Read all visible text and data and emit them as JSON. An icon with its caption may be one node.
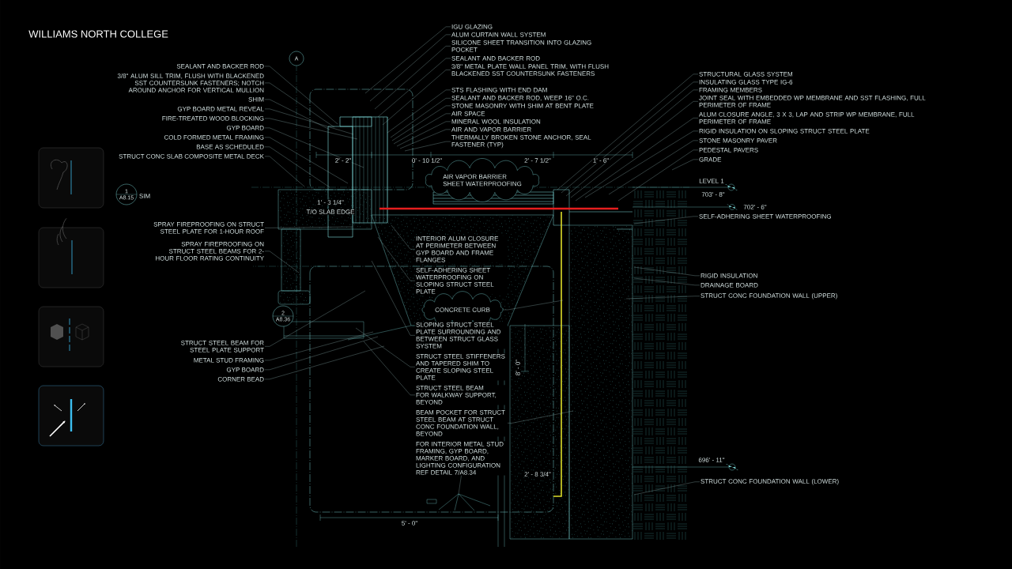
{
  "diagram": {
    "title": "WILLIAMS NORTH COLLEGE",
    "nodes": [
      {
        "text": [
          "SEALANT AND BACKER ROD"
        ]
      },
      {
        "text": [
          "3/8\" ALUM SILL TRIM, FLUSH WITH BLACKENED SST COUNTERSUNK FASTENERS; NOTCH AROUND ANCHOR FOR VERTICAL MULLION"
        ]
      },
      {
        "text": [
          "SHIM"
        ]
      },
      {
        "text": [
          "GYP BOARD METAL REVEAL"
        ]
      },
      {
        "text": [
          "FIRE-TREATED WOOD BLOCKING"
        ]
      },
      {
        "text": [
          "GYP BOARD"
        ]
      },
      {
        "text": [
          "COLD FORMED METAL FRAMING"
        ]
      },
      {
        "text": [
          "BASE AS SCHEDULED"
        ]
      },
      {
        "text": [
          "STRUCT CONC SLAB COMPOSITE METAL DECK"
        ]
      },
      {
        "text": [
          "SPRAY FIREPROOFING ON STRUCT STEEL PLATE FOR 1-HOUR ROOF"
        ]
      },
      {
        "text": [
          "SPRAY FIREPROOFING ON STRUCT STEEL BEAMS FOR 2-HOUR FLOOR RATING CONTINUITY"
        ]
      },
      {
        "text": [
          "STRUCT STEEL BEAM FOR STEEL PLATE SUPPORT"
        ]
      },
      {
        "text": [
          "METAL STUD FRAMING"
        ]
      },
      {
        "text": [
          "GYP BOARD"
        ]
      },
      {
        "text": [
          "CORNER BEAD"
        ]
      },
      {
        "text": [
          "IGU GLAZING"
        ]
      },
      {
        "text": [
          "ALUM CURTAIN WALL SYSTEM"
        ]
      },
      {
        "text": [
          "SILICONE SHEET TRANSITION INTO GLAZING POCKET"
        ]
      },
      {
        "text": [
          "SEALANT AND BACKER ROD"
        ]
      },
      {
        "text": [
          "3/8\" METAL PLATE WALL PANEL TRIM, WITH FLUSH BLACKENED SST COUNTERSUNK FASTENERS"
        ]
      },
      {
        "text": [
          "STS FLASHING WITH END DAM"
        ]
      },
      {
        "text": [
          "SEALANT AND BACKER ROD, WEEP 16\" O.C."
        ]
      },
      {
        "text": [
          "STONE MASONRY WITH SHIM AT BENT PLATE"
        ]
      },
      {
        "text": [
          "AIR SPACE"
        ]
      },
      {
        "text": [
          "MINERAL WOOL INSULATION"
        ]
      },
      {
        "text": [
          "AIR AND VAPOR BARRIER"
        ]
      },
      {
        "text": [
          "THERMALLY BROKEN STONE ANCHOR, SEAL FASTENER (TYP)"
        ]
      },
      {
        "text": [
          "AIR VAPOR BARRIER",
          "SHEET WATERPROOFING"
        ]
      },
      {
        "text": [
          "STRUCTURAL GLASS SYSTEM"
        ]
      },
      {
        "text": [
          "INSULATING GLASS TYPE IG-6"
        ]
      },
      {
        "text": [
          "FRAMING MEMBERS"
        ]
      },
      {
        "text": [
          "JOINT SEAL WITH EMBEDDED WP MEMBRANE AND SST FLASHING, FULL PERIMETER OF FRAME"
        ]
      },
      {
        "text": [
          "ALUM CLOSURE ANGLE, 3 X 3, LAP AND STRIP WP MEMBRANE, FULL PERIMETER OF FRAME"
        ]
      },
      {
        "text": [
          "RIGID INSULATION ON SLOPING STRUCT STEEL PLATE"
        ]
      },
      {
        "text": [
          "STONE MASONRY PAVER"
        ]
      },
      {
        "text": [
          "PEDESTAL PAVERS"
        ]
      },
      {
        "text": [
          "GRADE"
        ]
      },
      {
        "text": [
          "SELF-ADHERING SHEET WATERPROOFING"
        ]
      },
      {
        "text": [
          "RIGID INSULATION"
        ]
      },
      {
        "text": [
          "DRAINAGE BOARD"
        ]
      },
      {
        "text": [
          "STRUCT CONC FOUNDATION WALL (UPPER)"
        ]
      },
      {
        "text": [
          "STRUCT CONC FOUNDATION WALL (LOWER)"
        ]
      },
      {
        "text": [
          "INTERIOR ALUM CLOSURE AT PERIMETER BETWEEN GYP BOARD AND FRAME FLANGES"
        ]
      },
      {
        "text": [
          "SELF-ADHERING SHEET WATERPROOFING ON SLOPING STRUCT STEEL PLATE"
        ]
      },
      {
        "text": [
          "CONCRETE CURB"
        ]
      },
      {
        "text": [
          "SLOPING STRUCT STEEL PLATE SURROUNDING AND BETWEEN STRUCT GLASS SYSTEM"
        ]
      },
      {
        "text": [
          "STRUCT STEEL STIFFENERS AND TAPERED SHIM TO CREATE SLOPING STEEL PLATE"
        ]
      },
      {
        "text": [
          "STRUCT STEEL BEAM FOR WALKWAY SUPPORT, BEYOND"
        ]
      },
      {
        "text": [
          "BEAM POCKET FOR STRUCT STEEL BEAM AT STRUCT CONC FOUNDATION WALL, BEYOND"
        ]
      },
      {
        "text": [
          "FOR INTERIOR METAL STUD FRAMING, GYP BOARD, MARKER BOARD, AND LIGHTING CONFIGURATION REF DETAIL 7/A8.34"
        ]
      },
      {
        "text": [
          "A"
        ]
      },
      {
        "text": [
          "1",
          "A8.15"
        ],
        "beside": [
          "SIM"
        ]
      },
      {
        "text": [
          "2",
          "A8.36"
        ]
      }
    ],
    "edges": [
      {
        "from": 0,
        "to": null,
        "arrow": "none"
      },
      {
        "from": 1,
        "to": null,
        "arrow": "none"
      },
      {
        "from": 2,
        "to": null,
        "arrow": "none"
      },
      {
        "from": 3,
        "to": null,
        "arrow": "none"
      },
      {
        "from": 4,
        "to": null,
        "arrow": "none"
      },
      {
        "from": 5,
        "to": null,
        "arrow": "none"
      },
      {
        "from": 6,
        "to": null,
        "arrow": "none"
      },
      {
        "from": 7,
        "to": null,
        "arrow": "none"
      },
      {
        "from": 8,
        "to": null,
        "arrow": "none"
      },
      {
        "from": 9,
        "to": null,
        "arrow": "none"
      },
      {
        "from": 10,
        "to": null,
        "arrow": "none"
      },
      {
        "from": 11,
        "to": null,
        "arrow": "none"
      },
      {
        "from": 12,
        "to": null,
        "arrow": "none"
      },
      {
        "from": 13,
        "to": null,
        "arrow": "none"
      },
      {
        "from": 14,
        "to": null,
        "arrow": "none"
      },
      {
        "from": 15,
        "to": null,
        "arrow": "none"
      },
      {
        "from": 16,
        "to": null,
        "arrow": "none"
      },
      {
        "from": 17,
        "to": null,
        "arrow": "none"
      },
      {
        "from": 18,
        "to": null,
        "arrow": "none"
      },
      {
        "from": 19,
        "to": null,
        "arrow": "none"
      },
      {
        "from": 20,
        "to": null,
        "arrow": "none"
      },
      {
        "from": 21,
        "to": null,
        "arrow": "none"
      },
      {
        "from": 22,
        "to": null,
        "arrow": "none"
      },
      {
        "from": 23,
        "to": null,
        "arrow": "none"
      },
      {
        "from": 24,
        "to": null,
        "arrow": "none"
      },
      {
        "from": 25,
        "to": null,
        "arrow": "none"
      },
      {
        "from": 26,
        "to": null,
        "arrow": "none"
      },
      {
        "from": 28,
        "to": null,
        "arrow": "none"
      },
      {
        "from": 29,
        "to": null,
        "arrow": "none"
      },
      {
        "from": 30,
        "to": null,
        "arrow": "none"
      },
      {
        "from": 31,
        "to": null,
        "arrow": "none"
      },
      {
        "from": 32,
        "to": null,
        "arrow": "none"
      },
      {
        "from": 33,
        "to": null,
        "arrow": "none"
      },
      {
        "from": 34,
        "to": null,
        "arrow": "none"
      },
      {
        "from": 35,
        "to": null,
        "arrow": "none"
      },
      {
        "from": 36,
        "to": null,
        "arrow": "none"
      },
      {
        "from": 37,
        "to": null,
        "arrow": "none"
      },
      {
        "from": 38,
        "to": null,
        "arrow": "none"
      },
      {
        "from": 39,
        "to": null,
        "arrow": "none"
      },
      {
        "from": 40,
        "to": null,
        "arrow": "none"
      },
      {
        "from": 41,
        "to": null,
        "arrow": "none"
      },
      {
        "from": 42,
        "to": null,
        "arrow": "none"
      },
      {
        "from": 43,
        "to": null,
        "arrow": "none"
      },
      {
        "from": 44,
        "to": null,
        "arrow": "none"
      },
      {
        "from": 45,
        "to": null,
        "arrow": "none"
      },
      {
        "from": 46,
        "to": null,
        "arrow": "none"
      },
      {
        "from": 47,
        "to": null,
        "arrow": "none"
      },
      {
        "from": 48,
        "to": null,
        "arrow": "none"
      },
      {
        "from": 49,
        "to": null,
        "arrow": "none"
      }
    ],
    "labels": [
      "2' - 2\"",
      "0' - 10 1/2\"",
      "2' - 7 1/2\"",
      "1' - 6\"",
      "1' - 3 1/4\"",
      "T/O SLAB EDGE",
      "LEVEL 1",
      "703' - 8\"",
      "702' - 6\"",
      "8' - 0\"",
      "2' - 8 3/4\"",
      "5' - 0\"",
      "696' - 11\""
    ]
  }
}
